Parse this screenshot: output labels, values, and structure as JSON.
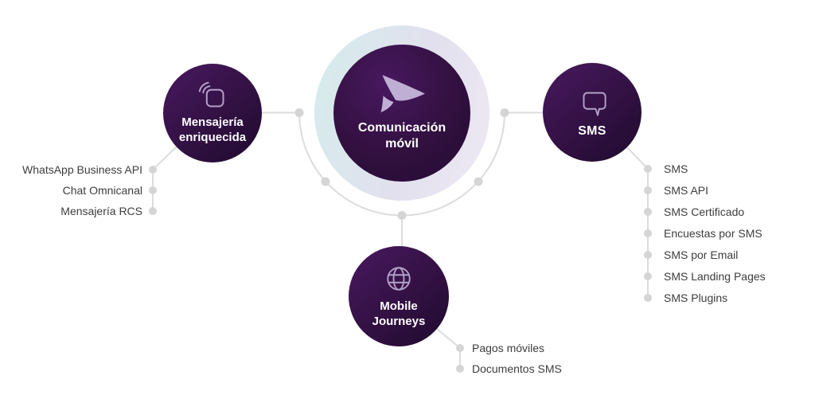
{
  "center": {
    "label": "Comunicación móvil",
    "icon": "link-arrow-logo"
  },
  "branches": [
    {
      "label": "Mensajería enriquecida",
      "icon": "rich-messaging-waves-icon",
      "items": [
        "WhatsApp Business API",
        "Chat Omnicanal",
        "Mensajería RCS"
      ]
    },
    {
      "label": "SMS",
      "icon": "chat-bubble-icon",
      "items": [
        "SMS",
        "SMS API",
        "SMS Certificado",
        "Encuestas por SMS",
        "SMS por Email",
        "SMS Landing Pages",
        "SMS Plugins"
      ]
    },
    {
      "label": "Mobile Journeys",
      "icon": "globe-icon",
      "items": [
        "Pagos móviles",
        "Documentos SMS"
      ]
    }
  ],
  "colors": {
    "background": "#ffffff",
    "circle_gradient_start": "#48195f",
    "circle_gradient_end": "#1e0a2e",
    "halo_gradient_start": "#d6ebec",
    "halo_gradient_end": "#eee9f4",
    "connector_line": "#dcdcdc",
    "dot": "#d5d5d5",
    "icon_stroke": "#b3a0c8",
    "logo_fill": "#c0afd4",
    "circle_label_text": "#ffffff",
    "item_text": "#3d3d3d"
  }
}
